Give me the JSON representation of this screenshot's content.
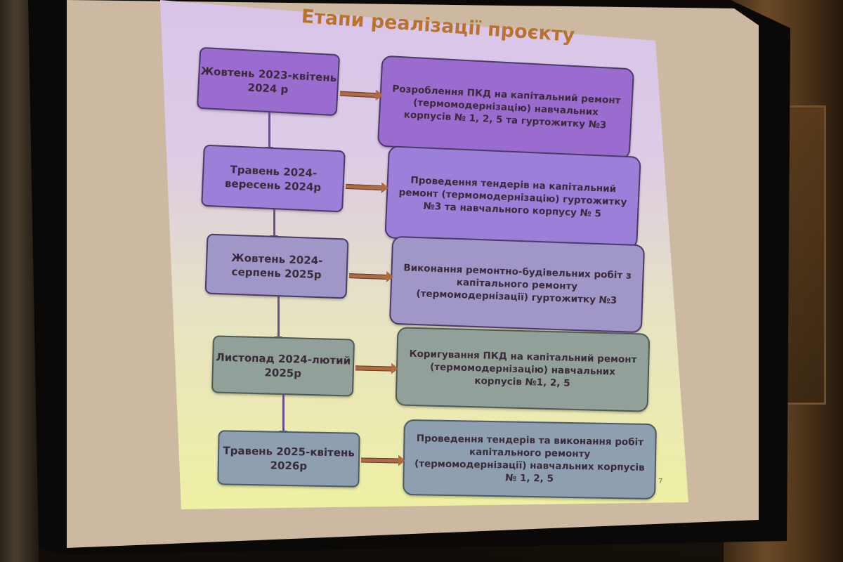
{
  "slide": {
    "title": "Етапи реалізації проєкту",
    "page_number": "7",
    "stages": [
      {
        "period": "Жовтень 2023-квітень 2024 р",
        "description": "Розроблення ПКД на капітальний ремонт (термомодернізацію) навчальних корпусів № 1, 2, 5 та гуртожитку №3"
      },
      {
        "period": "Травень 2024-вересень 2024р",
        "description": "Проведення тендерів на капітальний ремонт (термомодернізацію) гуртожитку №3 та навчального корпусу № 5"
      },
      {
        "period": "Жовтень 2024-серпень 2025р",
        "description": "Виконання ремонтно-будівельних робіт з капітального ремонту (термомодернізації) гуртожитку №3"
      },
      {
        "period": "Листопад 2024-лютий 2025р",
        "description": "Коригування ПКД на капітальний ремонт (термомодернізацію) навчальних корпусів №1, 2, 5"
      },
      {
        "period": "Травень 2025-квітень 2026р",
        "description": "Проведення тендерів та виконання робіт капітального ремонту (термомодернізації) навчальних корпусів № 1, 2, 5"
      }
    ]
  },
  "colors": {
    "title": "#b8742c",
    "stage_1": "#9b6cd0",
    "stage_2": "#9c7fd8",
    "stage_3": "#a196c8",
    "stage_4": "#92a09a",
    "stage_5": "#8d9fb0",
    "arrow": "#b06a40"
  }
}
